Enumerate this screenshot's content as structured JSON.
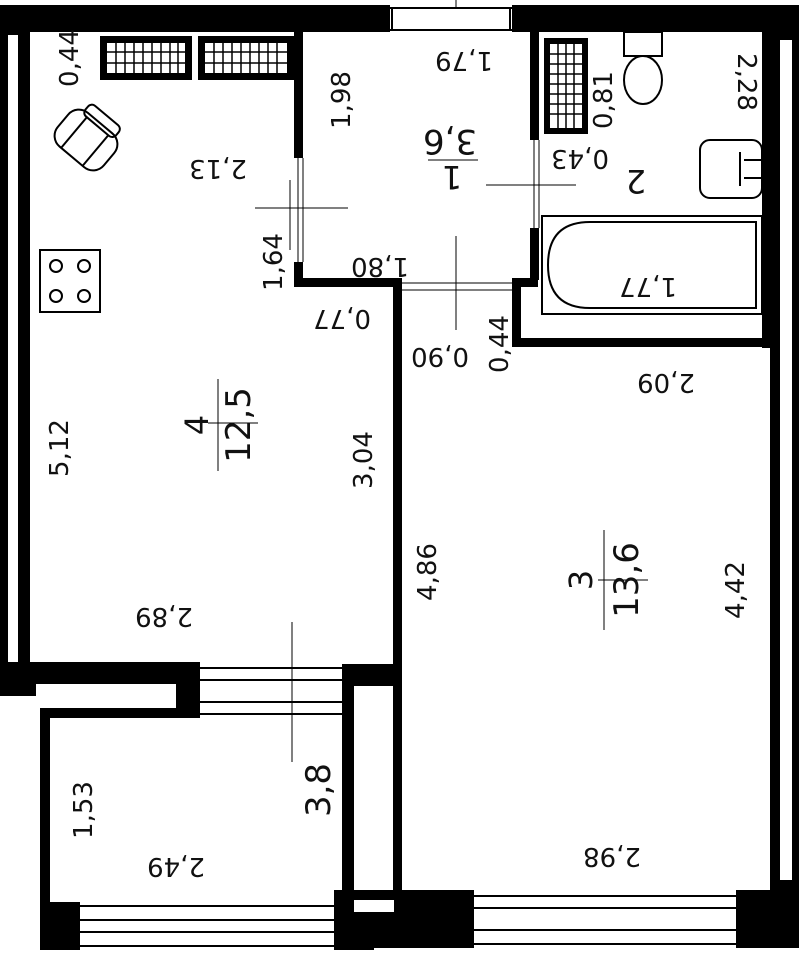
{
  "title": "",
  "rooms": [
    {
      "number": "1",
      "area": "3,6"
    },
    {
      "number": "2",
      "area": ""
    },
    {
      "number": "3",
      "area": "13,6"
    },
    {
      "number": "4",
      "area": "12,5"
    },
    {
      "number": "",
      "area": "3,8"
    }
  ],
  "dimensions": {
    "d044_top": "0,44",
    "d213": "2,13",
    "d198": "1,98",
    "d179": "1,79",
    "d081": "0,81",
    "d043": "0,43",
    "d228": "2,28",
    "d164": "1,64",
    "d180": "1,80",
    "d177": "1,77",
    "d077": "0,77",
    "d090": "0,90",
    "d044_mid": "0,44",
    "d209": "2,09",
    "d512": "5,12",
    "d304": "3,04",
    "d486": "4,86",
    "d442": "4,42",
    "d289": "2,89",
    "d153": "1,53",
    "d249": "2,49",
    "d298": "2,98"
  },
  "fixtures": [
    "radiator-icon",
    "armchair-icon",
    "stove-icon",
    "toilet-icon",
    "sink-icon",
    "bathtub-icon",
    "shower-rack-icon"
  ],
  "colors": {
    "wall": "#000000",
    "background": "#ffffff"
  }
}
